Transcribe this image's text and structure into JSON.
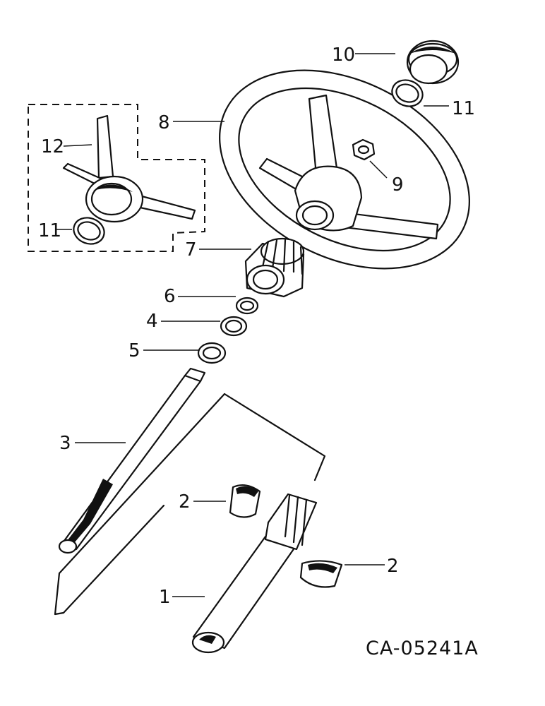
{
  "labels": {
    "p1": "1",
    "p2a": "2",
    "p2b": "2",
    "p3": "3",
    "p4": "4",
    "p5": "5",
    "p6": "6",
    "p7": "7",
    "p8": "8",
    "p9": "9",
    "p10": "10",
    "p11a": "11",
    "p11b": "11",
    "p12": "12"
  },
  "drawing_code": "CA-05241A"
}
